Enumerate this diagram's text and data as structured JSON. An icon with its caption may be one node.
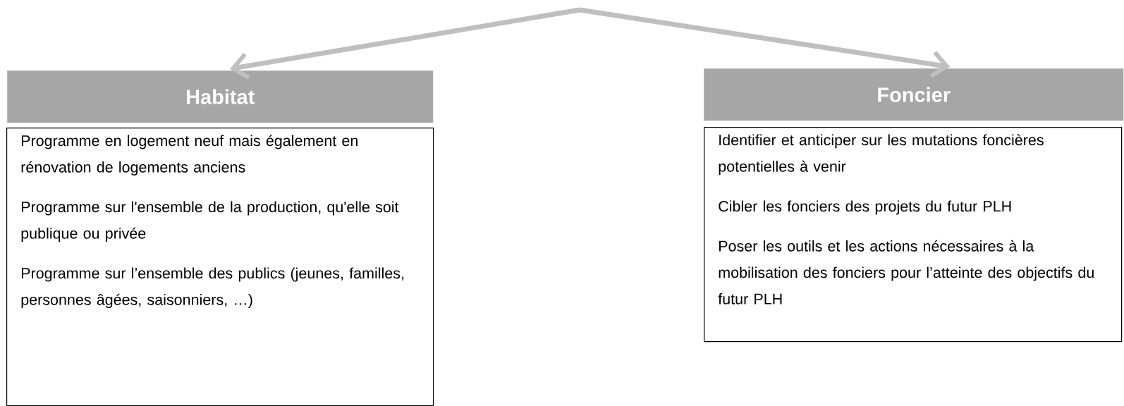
{
  "diagram": {
    "nodes": [
      {
        "text": [
          "Habitat"
        ]
      },
      {
        "text": [
          "Programme en logement neuf mais également en rénovation de logements anciens",
          "Programme sur l'ensemble de la production, qu'elle soit publique ou privée",
          "Programme sur l’ensemble des publics (jeunes, familles, personnes âgées, saisonniers, …)"
        ]
      },
      {
        "text": [
          "Foncier"
        ]
      },
      {
        "text": [
          "Identifier et anticiper sur les mutations foncières potentielles à venir",
          "Cibler les fonciers des projets du futur PLH",
          "Poser les outils et les actions nécessaires à la mobilisation des fonciers pour l’atteinte des objectifs du futur PLH"
        ]
      }
    ],
    "edges": [
      {
        "from": null,
        "to": 0,
        "arrow": "to"
      },
      {
        "from": null,
        "to": 2,
        "arrow": "to"
      }
    ]
  }
}
